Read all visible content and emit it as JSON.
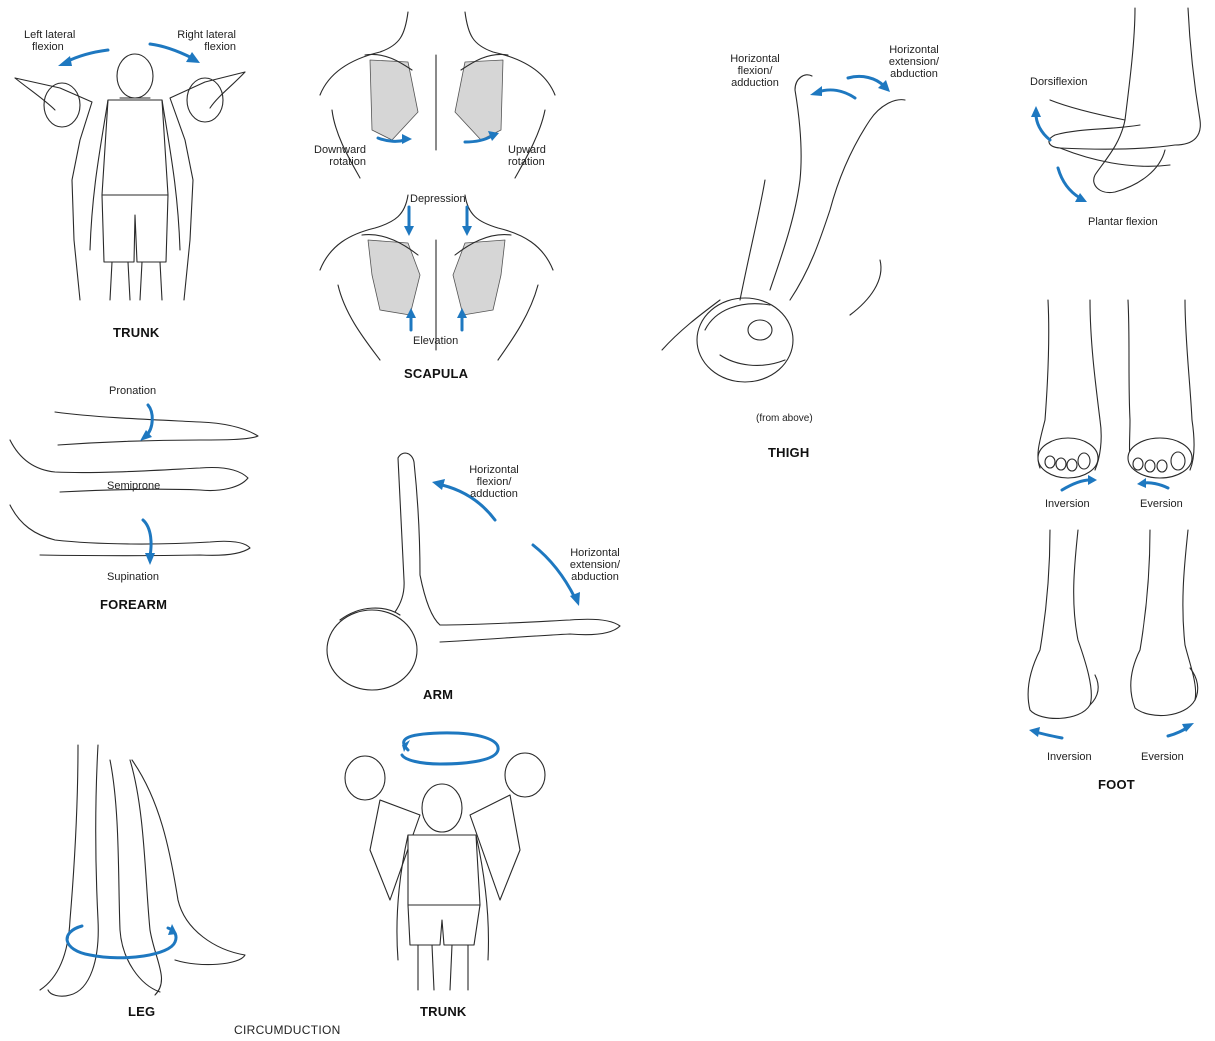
{
  "colors": {
    "arrow": "#1e78c0",
    "line": "#2a2a2a",
    "shade": "#d6d6d6"
  },
  "panels": {
    "trunk_lateral": {
      "title": "TRUNK",
      "left_label": [
        "Left lateral",
        "flexion"
      ],
      "right_label": [
        "Right lateral",
        "flexion"
      ]
    },
    "scapula": {
      "title": "SCAPULA",
      "downward": [
        "Downward",
        "rotation"
      ],
      "upward": [
        "Upward",
        "rotation"
      ],
      "depression": "Depression",
      "elevation": "Elevation"
    },
    "thigh": {
      "title": "THIGH",
      "flexion": [
        "Horizontal",
        "flexion/",
        "adduction"
      ],
      "extension": [
        "Horizontal",
        "extension/",
        "abduction"
      ],
      "note": "(from above)"
    },
    "foot": {
      "title": "FOOT",
      "dorsiflexion": "Dorsiflexion",
      "plantar": "Plantar flexion",
      "inversion_toes": "Inversion",
      "eversion_toes": "Eversion",
      "inversion_heel": "Inversion",
      "eversion_heel": "Eversion"
    },
    "forearm": {
      "title": "FOREARM",
      "pronation": "Pronation",
      "semiprone": "Semiprone",
      "supination": "Supination"
    },
    "arm": {
      "title": "ARM",
      "flexion": [
        "Horizontal",
        "flexion/",
        "adduction"
      ],
      "extension": [
        "Horizontal",
        "extension/",
        "abduction"
      ]
    },
    "leg": {
      "title": "LEG"
    },
    "trunk_circ": {
      "title": "TRUNK"
    }
  },
  "caption": "CIRCUMDUCTION"
}
